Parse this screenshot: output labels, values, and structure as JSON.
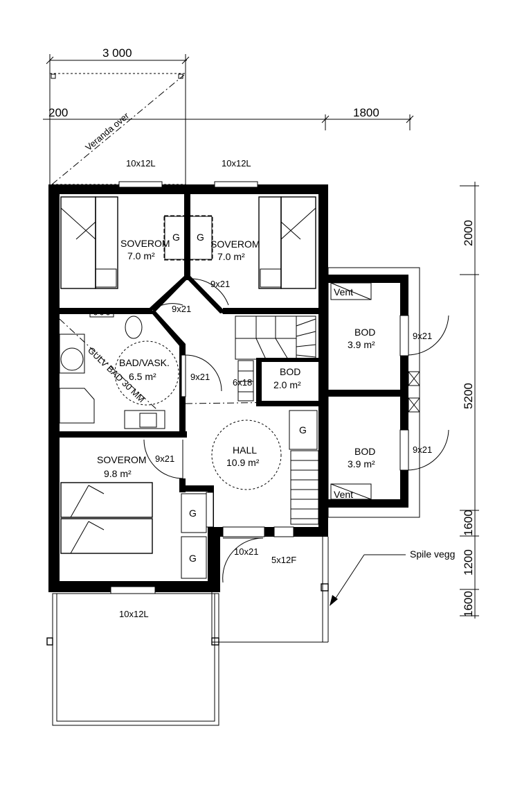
{
  "dimensions": {
    "top_width": "3 000",
    "left_offset": "200",
    "right_offset": "1800",
    "right_2000": "2000",
    "right_5200": "5200",
    "right_1600a": "1600",
    "right_1200": "1200",
    "right_1600b": "1600"
  },
  "annotations": {
    "veranda": "Veranda over",
    "spile_vegg": "Spile vegg",
    "gulv_bad": "GULV BAD 30 MM"
  },
  "rooms": {
    "soverom_left": {
      "name": "SOVEROM",
      "area": "7.0  m²"
    },
    "soverom_right": {
      "name": "SOVEROM",
      "area": "7.0  m²"
    },
    "bad": {
      "name": "BAD/VASK.",
      "area": "6.5  m²"
    },
    "bod_small": {
      "name": "BOD",
      "area": "2.0  m²"
    },
    "hall": {
      "name": "HALL",
      "area": "10.9  m²"
    },
    "soverom_bottom": {
      "name": "SOVEROM",
      "area": "9.8  m²"
    },
    "bod_upper": {
      "name": "BOD",
      "area": "3.9  m²"
    },
    "bod_lower": {
      "name": "BOD",
      "area": "3.9  m²"
    }
  },
  "labels": {
    "window_top_left": "10x12L",
    "window_top_right": "10x12L",
    "window_bottom": "10x12L",
    "door_soverom": "9x21",
    "door_bad_top": "9x21",
    "door_bad_hall": "9x21",
    "door_soverom_bottom": "9x21",
    "door_bod_upper": "9x21",
    "door_bod_lower": "9x21",
    "door_bod_small": "6x18",
    "door_entry": "10x21",
    "window_entry": "5x12F",
    "vent_upper": "Vent",
    "vent_lower": "Vent",
    "g1": "G",
    "g2": "G",
    "g3": "G",
    "g4": "G",
    "g5": "G"
  }
}
